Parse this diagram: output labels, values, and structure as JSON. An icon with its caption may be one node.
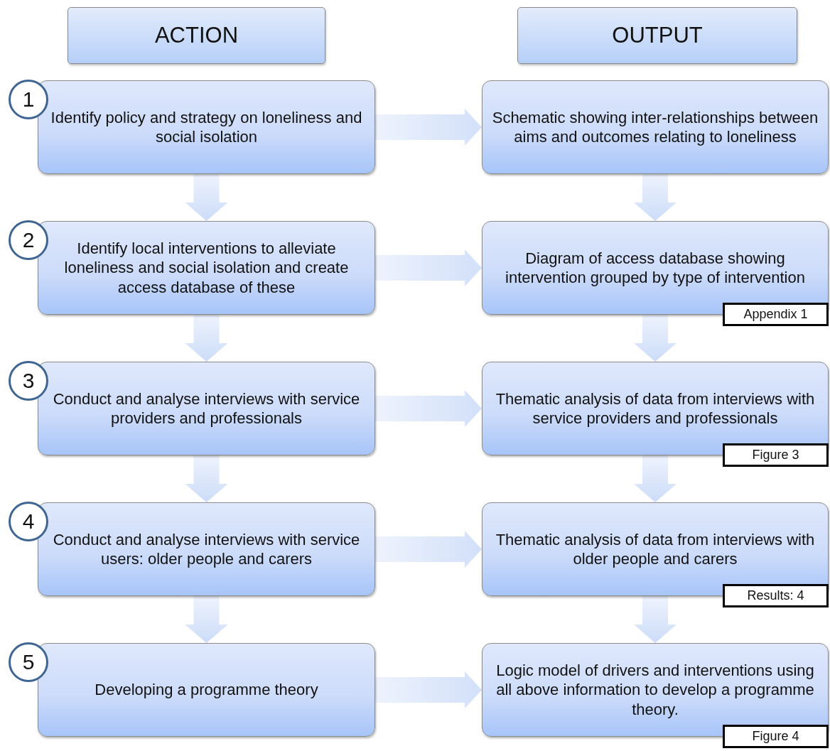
{
  "diagram": {
    "nodes": [
      {
        "text": [
          "ACTION"
        ]
      },
      {
        "text": [
          "OUTPUT"
        ]
      },
      {
        "text": [
          "1"
        ]
      },
      {
        "text": [
          "Identify policy and strategy on loneliness and social isolation"
        ]
      },
      {
        "text": [
          "Schematic showing inter-relationships between aims and outcomes relating to loneliness"
        ]
      },
      {
        "text": [
          "2"
        ]
      },
      {
        "text": [
          "Identify local interventions to alleviate loneliness and social isolation and create access database of these"
        ]
      },
      {
        "text": [
          "Diagram of access database showing intervention grouped by type of intervention"
        ]
      },
      {
        "text": [
          "Appendix 1"
        ]
      },
      {
        "text": [
          "3"
        ]
      },
      {
        "text": [
          "Conduct and analyse interviews with service providers and professionals"
        ]
      },
      {
        "text": [
          "Thematic analysis of data from interviews with service providers and professionals"
        ]
      },
      {
        "text": [
          "Figure 3"
        ]
      },
      {
        "text": [
          "4"
        ]
      },
      {
        "text": [
          "Conduct and analyse interviews with service users: older people and carers"
        ]
      },
      {
        "text": [
          "Thematic analysis of data from interviews with older people and carers"
        ]
      },
      {
        "text": [
          "Results: 4"
        ]
      },
      {
        "text": [
          "5"
        ]
      },
      {
        "text": [
          "Developing a  programme theory"
        ]
      },
      {
        "text": [
          "Logic model of drivers and interventions using all above information to develop a programme theory."
        ]
      },
      {
        "text": [
          "Figure 4"
        ]
      }
    ],
    "edges": [
      {
        "from": 3,
        "to": 4,
        "arrow": "to"
      },
      {
        "from": 3,
        "to": 6,
        "arrow": "to"
      },
      {
        "from": 4,
        "to": 7,
        "arrow": "to"
      },
      {
        "from": 6,
        "to": 7,
        "arrow": "to"
      },
      {
        "from": 6,
        "to": 10,
        "arrow": "to"
      },
      {
        "from": 7,
        "to": 11,
        "arrow": "to"
      },
      {
        "from": 10,
        "to": 11,
        "arrow": "to"
      },
      {
        "from": 10,
        "to": 14,
        "arrow": "to"
      },
      {
        "from": 11,
        "to": 15,
        "arrow": "to"
      },
      {
        "from": 14,
        "to": 15,
        "arrow": "to"
      },
      {
        "from": 14,
        "to": 18,
        "arrow": "to"
      },
      {
        "from": 15,
        "to": 19,
        "arrow": "to"
      },
      {
        "from": 18,
        "to": 19,
        "arrow": "to"
      }
    ]
  }
}
